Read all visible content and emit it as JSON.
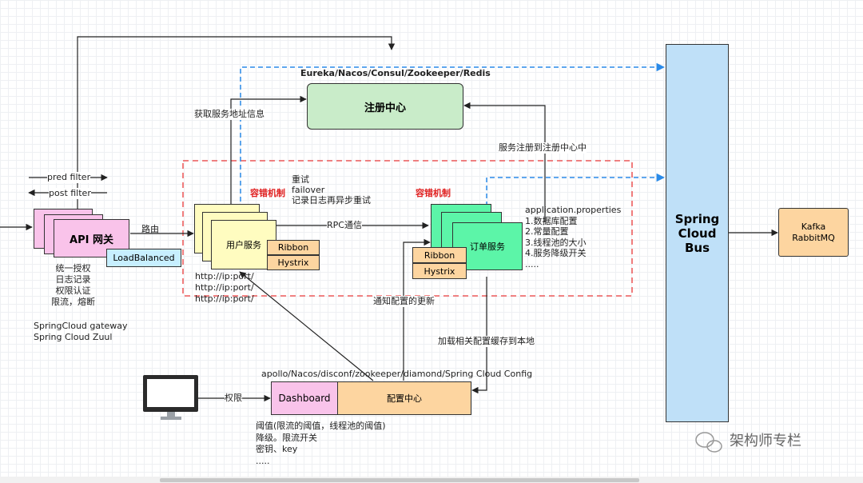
{
  "colors": {
    "pink": "#f9c3ea",
    "yellow": "#fffcc0",
    "green": "#5cf5a8",
    "registry_green": "#c9ecc9",
    "cyan": "#c7efff",
    "bus_blue": "#bfe0f8",
    "orange": "#fdd5a0",
    "dashed_red": "#ec3a3a",
    "dashed_blue": "#2a8ae8"
  },
  "gateway": {
    "title": "API 网关",
    "route_label": "路由",
    "pred_filter": "pred filter",
    "post_filter": "post filter",
    "loadbalanced": "LoadBalanced",
    "features": "统一授权\n日志记录\n权限认证\n限流，熔断",
    "implementations": "SpringCloud gateway\nSpring Cloud Zuul"
  },
  "registry": {
    "title": "注册中心",
    "label": "Eureka/Nacos/Consul/Zookeeper/Redis",
    "get_address": "获取服务地址信息",
    "register": "服务注册到注册中心中"
  },
  "user_service": {
    "title": "用户服务",
    "fault_label": "容错机制",
    "fault_detail": "重试\nfailover\n记录日志再异步重试",
    "ribbon": "Ribbon",
    "hystrix": "Hystrix",
    "urls": "http://ip:port/\nhttp://ip:port/\nhttp://ip:port/"
  },
  "rpc_label": "RPC通信",
  "order_service": {
    "title": "订单服务",
    "fault_label": "容错机制",
    "ribbon": "Ribbon",
    "hystrix": "Hystrix",
    "properties": "application.properties\n1.数据库配置\n2.常量配置\n3.线程池的大小\n4.服务降级开关\n....."
  },
  "config": {
    "notify": "通知配置的更新",
    "load_cache": "加载相关配置缓存到本地",
    "products": "apollo/Nacos/disconf/zookeeper/diamond/Spring Cloud Config",
    "dashboard": "Dashboard",
    "title": "配置中心",
    "permission": "权限",
    "values": "阈值(限流的阈值，线程池的阈值)\n降级。限流开关\n密钥、key\n....."
  },
  "bus": {
    "title": "Spring\nCloud\nBus",
    "mq": "Kafka\nRabbitMQ"
  },
  "watermark": "架构师专栏"
}
